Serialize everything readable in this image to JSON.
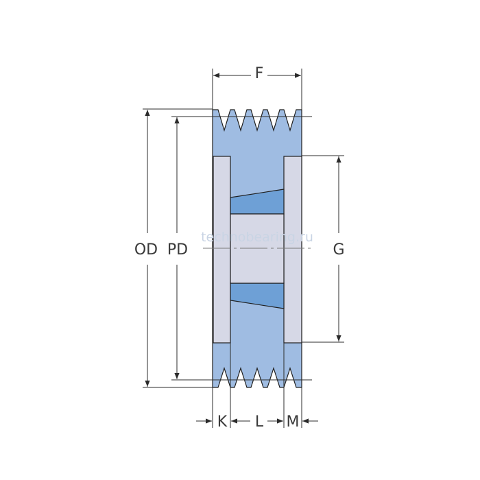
{
  "labels": {
    "F": "F",
    "OD": "OD",
    "PD": "PD",
    "G": "G",
    "K": "K",
    "L": "L",
    "M": "M"
  },
  "watermark": "technobearing.ru",
  "colors": {
    "body": "#9fbce2",
    "hub_plate": "#d6d8e6",
    "bore": "#d6d8e6",
    "taper": "#6ea0d6",
    "lines": "#2b2b2b"
  }
}
